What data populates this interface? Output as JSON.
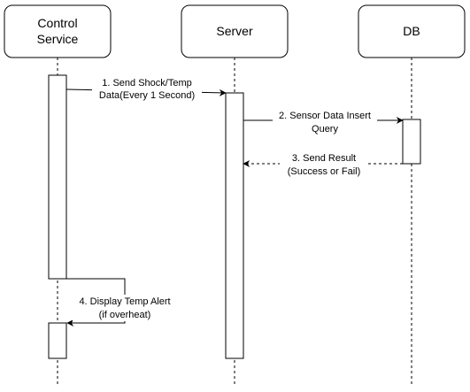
{
  "participants": {
    "control_service": {
      "line1": "Control",
      "line2": "Service"
    },
    "server": {
      "label": "Server"
    },
    "db": {
      "label": "DB"
    }
  },
  "messages": [
    {
      "line1": "1. Send Shock/Temp",
      "line2": "Data(Every 1 Second)",
      "style": "solid"
    },
    {
      "line1": "2. Sensor Data Insert",
      "line2": "Query",
      "style": "solid"
    },
    {
      "line1": "3. Send Result",
      "line2": "(Success or Fail)",
      "style": "dashed"
    },
    {
      "line1": "4. Display Temp Alert",
      "line2": "(if overheat)",
      "style": "solid"
    }
  ]
}
